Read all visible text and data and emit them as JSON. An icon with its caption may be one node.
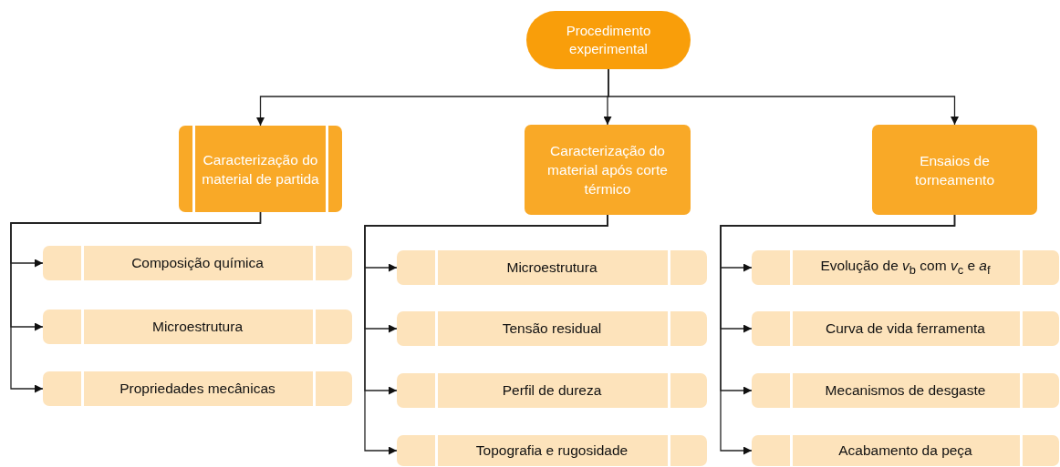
{
  "diagram": {
    "nodes": [
      {
        "text": [
          "Procedimento experimental"
        ]
      },
      {
        "text": [
          "Caracterização do material de partida"
        ]
      },
      {
        "text": [
          "Caracterização do material após corte térmico"
        ]
      },
      {
        "text": [
          "Ensaios de torneamento"
        ]
      },
      {
        "text": [
          "Composição química"
        ]
      },
      {
        "text": [
          "Microestrutura"
        ]
      },
      {
        "text": [
          "Propriedades mecânicas"
        ]
      },
      {
        "text": [
          "Microestrutura"
        ]
      },
      {
        "text": [
          "Tensão residual"
        ]
      },
      {
        "text": [
          "Perfil de dureza"
        ]
      },
      {
        "text": [
          "Topografia e rugosidade"
        ]
      },
      {
        "text": [
          "Evolução de *v*$_{b}$ com *v*$_{c}$ e *a*$_{f}$"
        ]
      },
      {
        "text": [
          "Curva de vida ferramenta"
        ]
      },
      {
        "text": [
          "Mecanismos de desgaste"
        ]
      },
      {
        "text": [
          "Acabamento da peça"
        ]
      }
    ],
    "edges": [
      {
        "from": 0,
        "to": 1,
        "arrow": "to"
      },
      {
        "from": 0,
        "to": 2,
        "arrow": "to"
      },
      {
        "from": 0,
        "to": 3,
        "arrow": "to"
      },
      {
        "from": 1,
        "to": 4,
        "arrow": "to"
      },
      {
        "from": 1,
        "to": 5,
        "arrow": "to"
      },
      {
        "from": 1,
        "to": 6,
        "arrow": "to"
      },
      {
        "from": 2,
        "to": 7,
        "arrow": "to"
      },
      {
        "from": 2,
        "to": 8,
        "arrow": "to"
      },
      {
        "from": 2,
        "to": 9,
        "arrow": "to"
      },
      {
        "from": 2,
        "to": 10,
        "arrow": "to"
      },
      {
        "from": 3,
        "to": 11,
        "arrow": "to"
      },
      {
        "from": 3,
        "to": 12,
        "arrow": "to"
      },
      {
        "from": 3,
        "to": 13,
        "arrow": "to"
      },
      {
        "from": 3,
        "to": 14,
        "arrow": "to"
      }
    ]
  }
}
